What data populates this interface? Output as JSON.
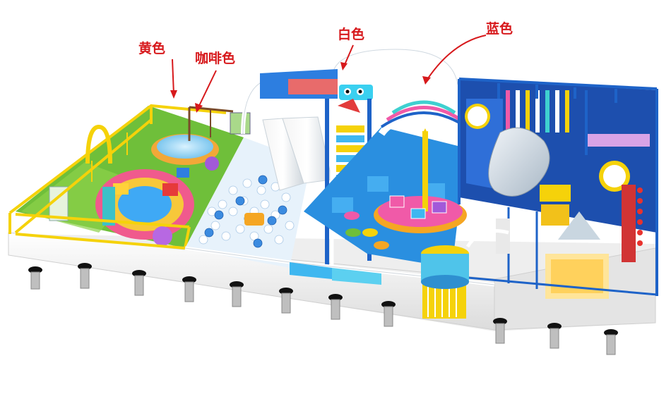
{
  "annotations": [
    {
      "id": "yellow",
      "text": "黄色",
      "color": "#d7191c"
    },
    {
      "id": "brown",
      "text": "咖啡色",
      "color": "#d7191c"
    },
    {
      "id": "white",
      "text": "白色",
      "color": "#d7191c"
    },
    {
      "id": "blue",
      "text": "蓝色",
      "color": "#d7191c"
    }
  ],
  "colors": {
    "yellow_frame": "#f5d20a",
    "white_frame": "#ffffff",
    "blue_frame": "#1e63c8",
    "annotation_red": "#d7191c",
    "floor_blue": "#2a8fe0",
    "floor_green": "#6fbf3a"
  }
}
